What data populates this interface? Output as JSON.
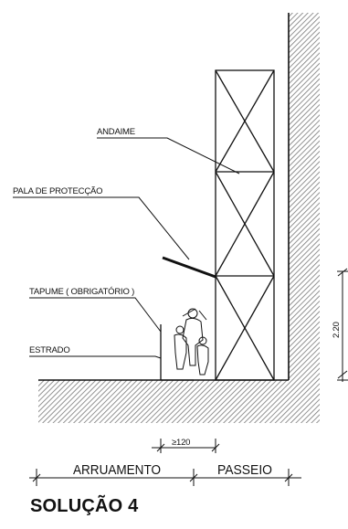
{
  "title": "SOLUÇÃO 4",
  "labels": {
    "andaime": "ANDAIME",
    "pala": "PALA DE PROTECÇÃO",
    "tapume": "TAPUME  ( OBRIGATÓRIO )",
    "estrado": "ESTRADO"
  },
  "dimensions": {
    "height": "2.20",
    "width": "≥120",
    "arruamento": "ARRUAMENTO",
    "passeio": "PASSEIO"
  }
}
